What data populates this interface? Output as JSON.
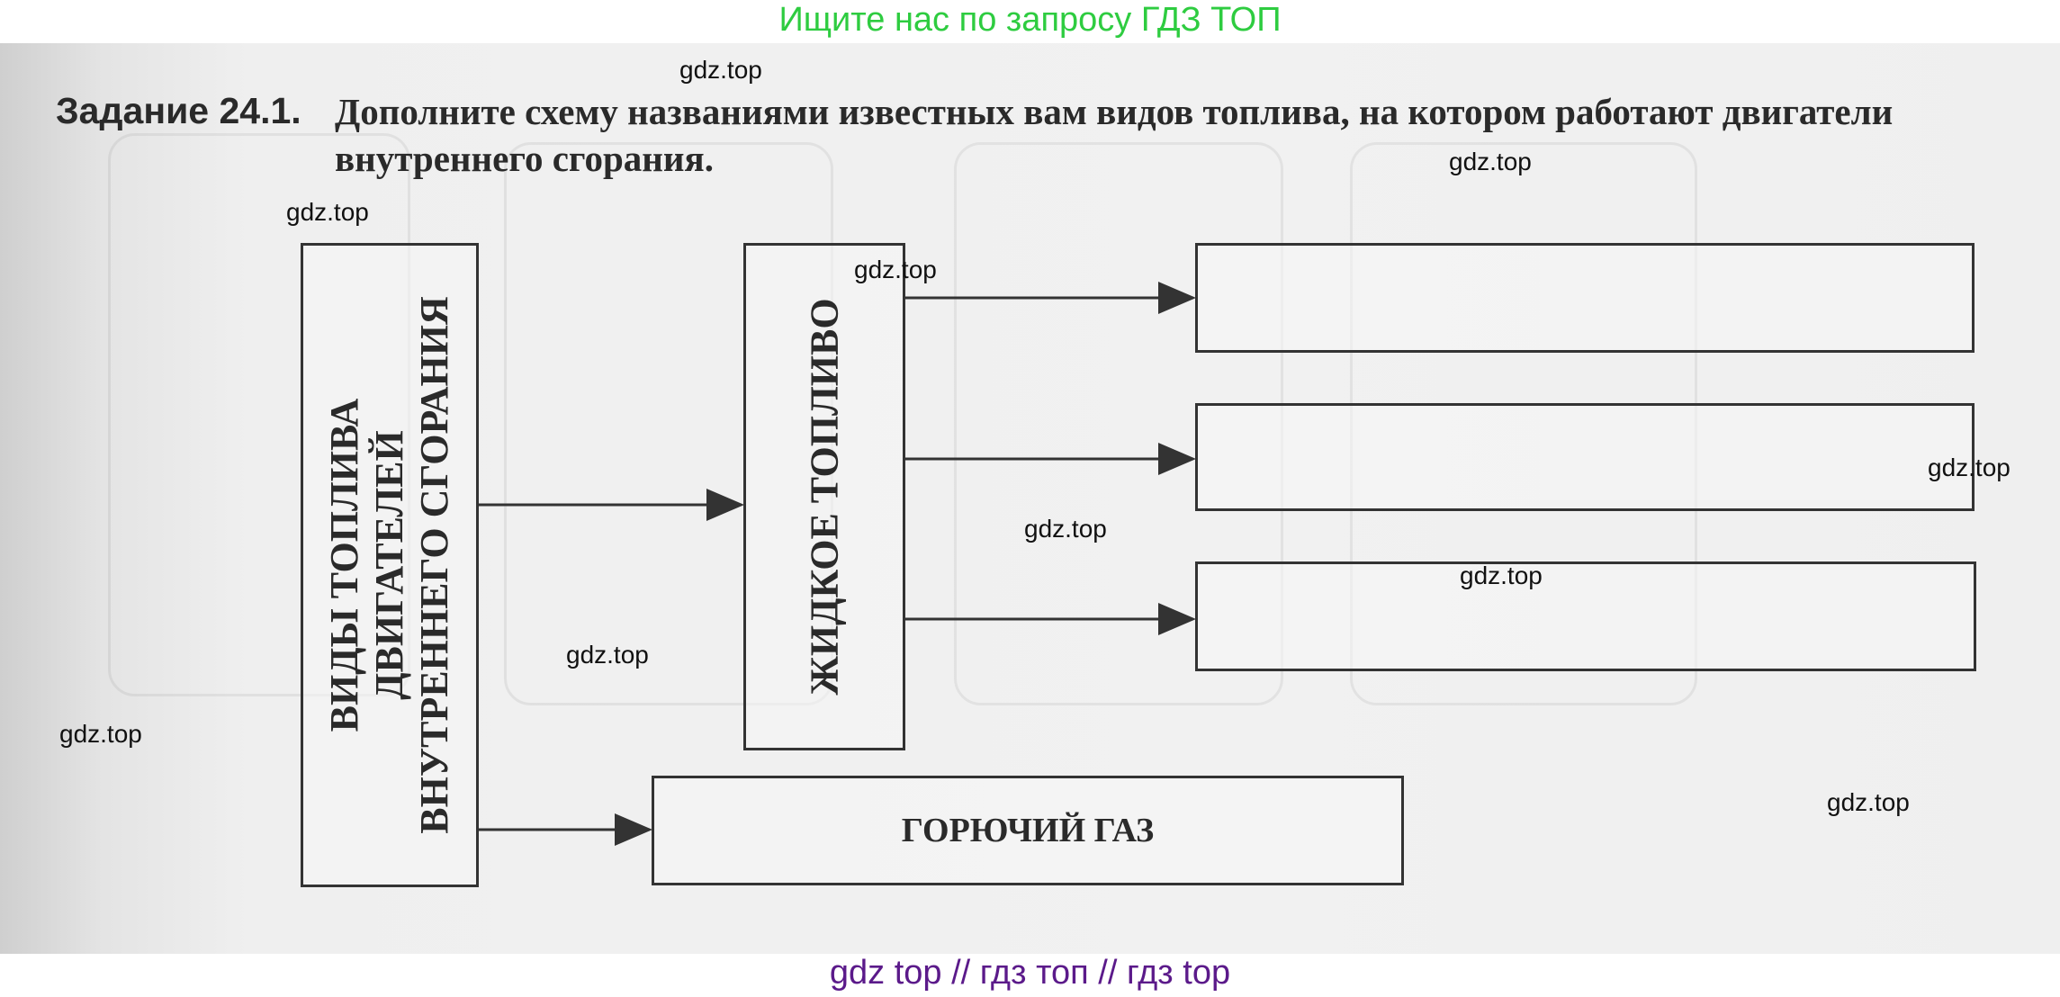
{
  "banner_top": "Ищите нас по запросу ГДЗ ТОП",
  "banner_bottom": "gdz top  //  гдз топ  //  гдз top",
  "watermark": "gdz.top",
  "task": {
    "heading": "Задание 24.1.",
    "text": "Дополните схему названиями известных вам видов топлива, на котором работают двигатели внутреннего сгорания."
  },
  "diagram": {
    "main_label": [
      "ВИДЫ ТОПЛИВА",
      "ДВИГАТЕЛЕЙ",
      "ВНУТРЕННЕГО СГОРАНИЯ"
    ],
    "liquid_label": "ЖИДКОЕ ТОПЛИВО",
    "gas_label": "ГОРЮЧИЙ ГАЗ",
    "blank_boxes": [
      "",
      "",
      ""
    ]
  }
}
